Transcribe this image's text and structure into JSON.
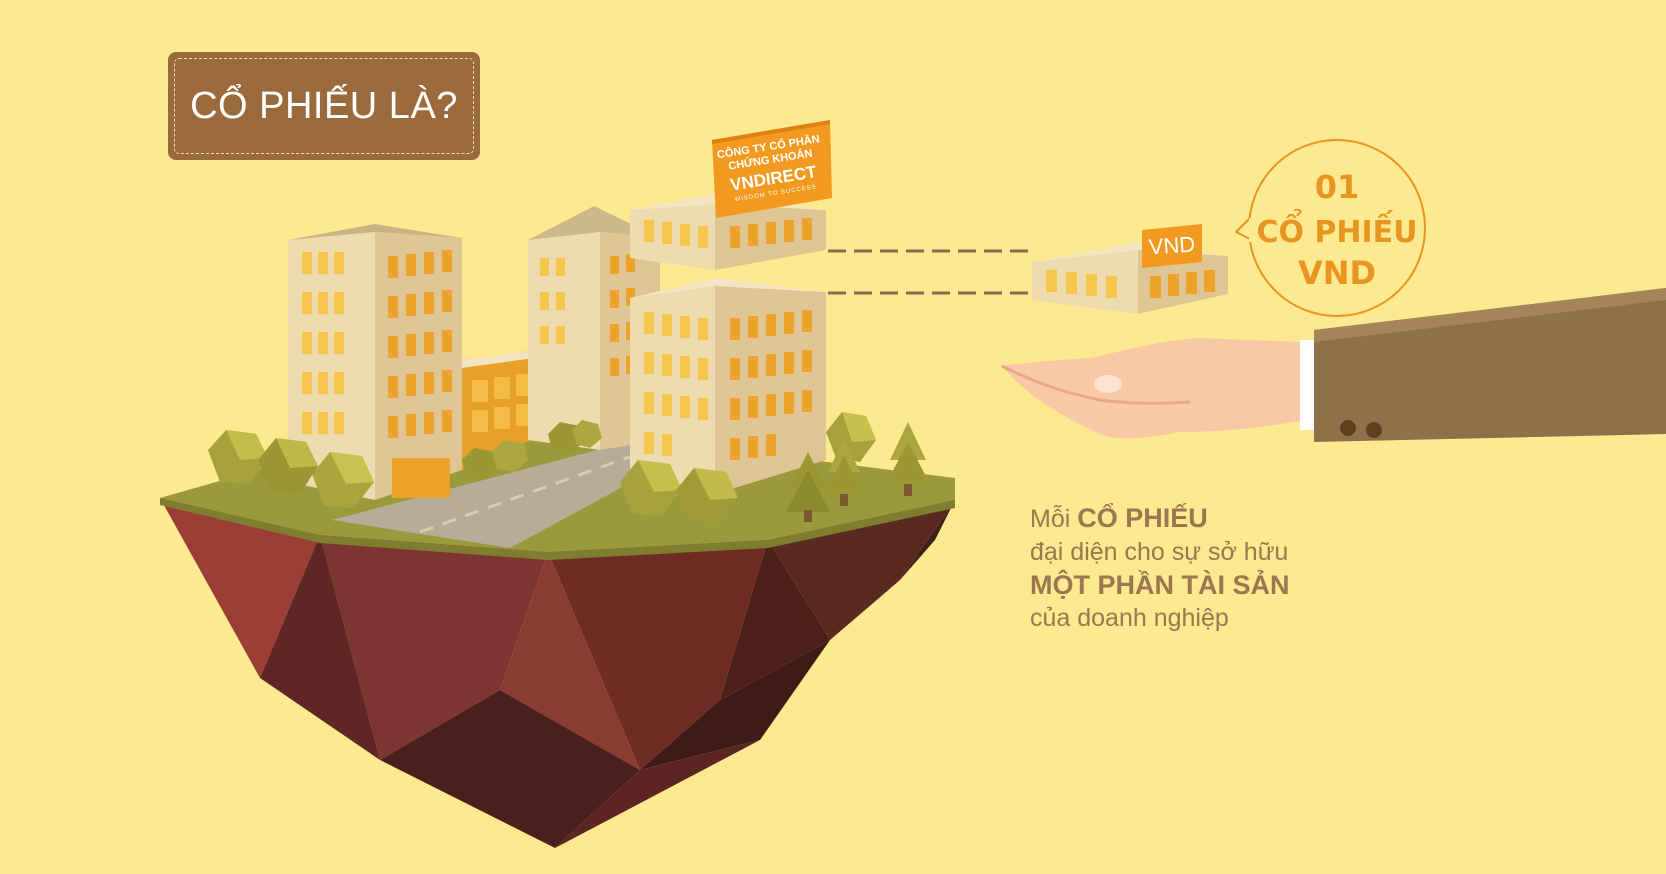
{
  "title": "CỔ PHIẾU LÀ?",
  "billboard": {
    "line1": "CÔNG TY CỔ PHẦN",
    "line2": "CHỨNG KHOÁN",
    "brand": "VNDIRECT",
    "slogan": "WISDOM TO SUCCESS"
  },
  "share_tag": "VND",
  "bubble": {
    "line1": "01",
    "line2": "CỔ PHIẾU",
    "line3": "VND"
  },
  "description": {
    "line1_normal": "Mỗi ",
    "line1_bold": "CỔ PHIẾU",
    "line2": "đại diện cho sự sở hữu",
    "line3_bold": "MỘT PHẦN TÀI SẢN",
    "line4": "của doanh nghiệp"
  },
  "colors": {
    "background": "#fde98f",
    "title_box": "#9a6a3c",
    "accent_orange": "#f29a1f",
    "text_brown": "#9b7650",
    "bubble_text": "#e89522"
  }
}
